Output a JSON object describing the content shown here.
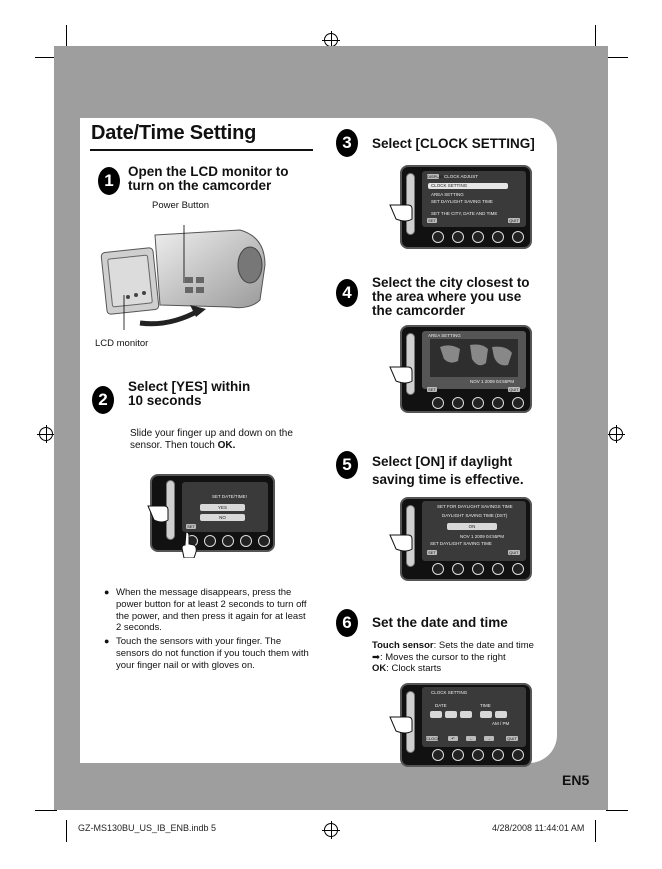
{
  "page_title": "Date/Time Setting",
  "page_number": "EN5",
  "footer": {
    "file": "GZ-MS130BU_US_IB_ENB.indb   5",
    "timestamp": "4/28/2008   11:44:01 AM"
  },
  "steps": [
    {
      "number": "1",
      "title_line1": "Open the LCD monitor to",
      "title_line2": "turn on the camcorder"
    },
    {
      "number": "2",
      "title_line1": "Select [YES] within",
      "title_line2": "10 seconds"
    },
    {
      "number": "3",
      "title_line1": "Select [CLOCK SETTING]"
    },
    {
      "number": "4",
      "title_line1": "Select the city closest to",
      "title_line2": "the area where you use",
      "title_line3": "the camcorder"
    },
    {
      "number": "5",
      "title_line1": "Select [ON] if daylight",
      "title_line2": "saving time is effective."
    },
    {
      "number": "6",
      "title_line1": "Set the date and time"
    }
  ],
  "step1": {
    "power_button_label": "Power Button",
    "lcd_label": "LCD monitor"
  },
  "step2": {
    "instruction_part1": "Slide your finger up and down on the sensor. Then touch ",
    "instruction_ok": "OK.",
    "screen": {
      "title": "SET DATE/TIME!",
      "yes": "YES",
      "no": "NO",
      "set": "SET"
    }
  },
  "step3_screen": {
    "header_tag": "DISPLAY",
    "header_title": "CLOCK ADJUST",
    "item1": "CLOCK SETTING",
    "item2": "AREA SETTING",
    "item3": "SET DAYLIGHT SAVING TIME",
    "hint": "SET THE CITY, DATE AND TIME",
    "btn_set": "SET",
    "btn_quit": "QUIT"
  },
  "step4_screen": {
    "title": "AREA SETTING",
    "datetime": "NOV 1 2009 04:55PM",
    "btn_set": "SET",
    "btn_quit": "QUIT"
  },
  "step5_screen": {
    "title": "SET FOR DAYLIGHT SAVINGS TIME",
    "subtitle": "DAYLIGHT SAVING TIME (DST)",
    "value": "ON",
    "datetime": "NOV 1 2009 04:55PM",
    "footer_label": "SET DAYLIGHT SAVING TIME",
    "btn_set": "SET",
    "btn_quit": "QUIT"
  },
  "step6": {
    "touch_sensor_label": "Touch sensor",
    "touch_sensor_desc": ": Sets the date and time",
    "arrow_desc": ": Moves the cursor to the right",
    "ok_label": "OK",
    "ok_desc": ": Clock starts",
    "screen": {
      "title": "CLOCK SETTING",
      "date_label": "DATE",
      "time_label": "TIME",
      "ampm": "AM  /  PM",
      "btn_clock": "CLOCK",
      "btn_quit": "QUIT"
    }
  },
  "notes": [
    "When the message disappears, press the power button for at least 2 seconds to turn off the power, and then press it again for at least 2 seconds.",
    "Touch the sensors with your finger. The sensors do not function if you touch them with your finger nail or with gloves on."
  ],
  "colors": {
    "band": "#9e9e9e",
    "step_badge": "#000000"
  }
}
